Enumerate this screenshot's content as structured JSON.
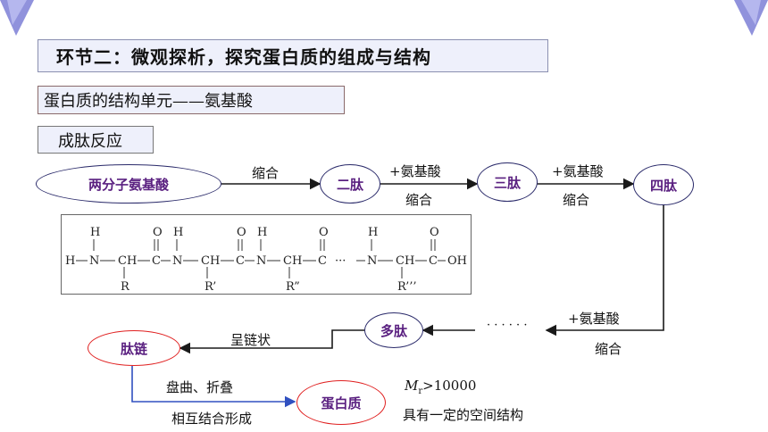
{
  "header": {
    "title": "环节二：微观探析，探究蛋白质的组成与结构",
    "subtitle": "蛋白质的结构单元——氨基酸",
    "section": "成肽反应"
  },
  "flow": {
    "start": "两分子氨基酸",
    "step1_label": "缩合",
    "dipeptide": "二肽",
    "step2_top": "+氨基酸",
    "step2_bottom": "缩合",
    "tripeptide": "三肽",
    "step3_top": "+氨基酸",
    "step3_bottom": "缩合",
    "tetrapeptide": "四肽",
    "ellipsis": "· · · · · ·",
    "step4_top": "+氨基酸",
    "step4_bottom": "缩合",
    "polypeptide": "多肽",
    "chain_label": "呈链状",
    "chain": "肽链",
    "fold_label": "盘曲、折叠",
    "combine_label": "相互结合形成",
    "protein": "蛋白质",
    "mr_symbol": "M",
    "mr_sub": "r",
    "mr_value": ">10000",
    "structure_note": "具有一定的空间结构"
  },
  "formula": {
    "H": "H",
    "O": "O",
    "N": "N",
    "CH": "CH",
    "C": "C",
    "OH": "OH",
    "dash": "—",
    "dots": "···",
    "R1": "R",
    "R2": "R’",
    "R3": "R”",
    "R4": "R’’’"
  },
  "colors": {
    "box_fill": "#eef0fb",
    "node_text": "#5a2080",
    "arrow": "#1a1a1a",
    "red_outline": "#e02020",
    "blue_line": "#3050c0"
  }
}
